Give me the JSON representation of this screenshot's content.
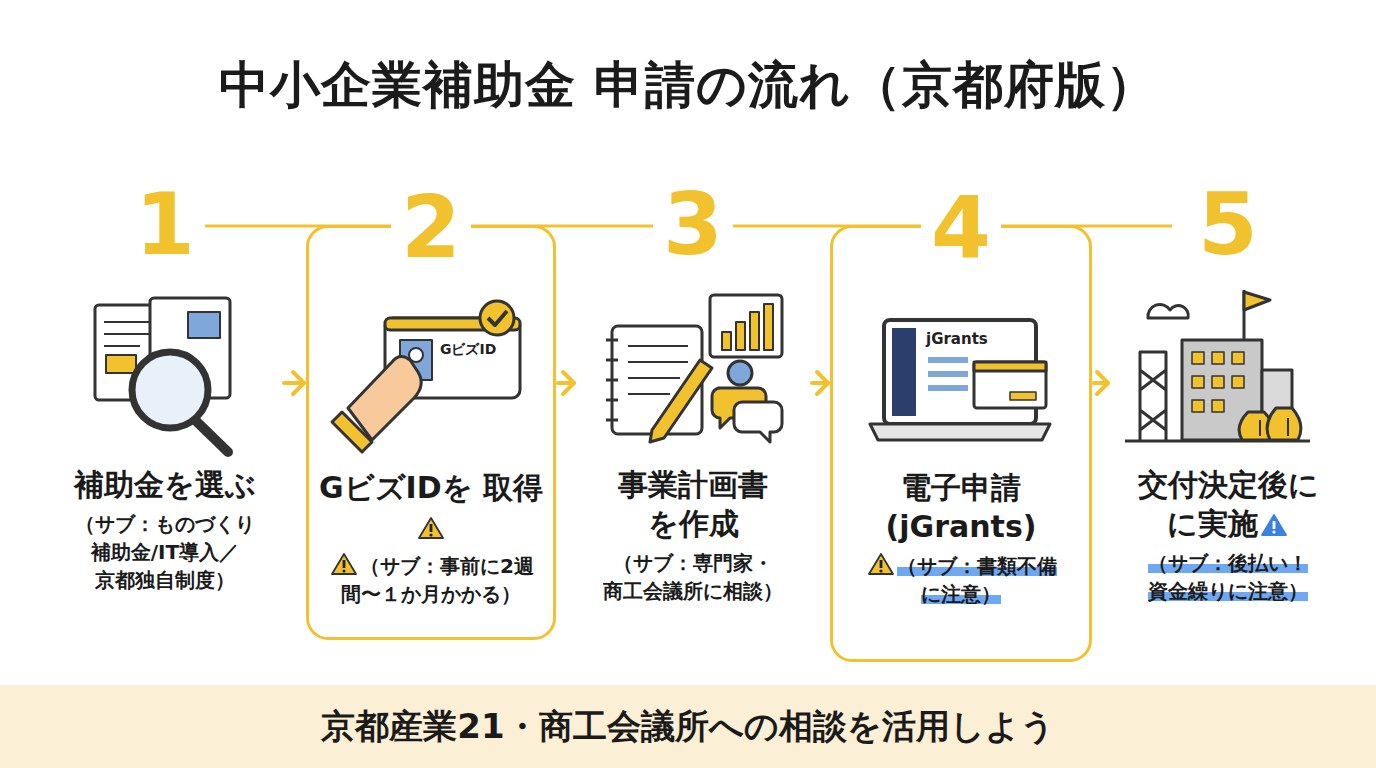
{
  "diagram": {
    "title": "中小企業補助金 申請の流れ（京都府版）",
    "nodes": [
      {
        "text": [
          "1",
          "補助金を選ぶ",
          "（サブ：ものづくり 補助金/IT導入／ 京都独自制度）"
        ]
      },
      {
        "text": [
          "2",
          "GビズIDを 取得",
          "（サブ：事前に2週 間〜１か月かかる）"
        ]
      },
      {
        "text": [
          "3",
          "事業計画書 を作成",
          "（サブ：専門家・ 商工会議所に相談）"
        ]
      },
      {
        "text": [
          "4",
          "電子申請 (jGrants)",
          "（サブ：書類不備 に注意）"
        ]
      },
      {
        "text": [
          "5",
          "交付決定後に に実施",
          "（サブ：後払い！ 資金繰りに注意）"
        ]
      },
      {
        "text": [
          "京都産業21・商工会議所への相談を活用しよう"
        ]
      }
    ],
    "edges": [
      {
        "from": 0,
        "to": 1,
        "arrow": "to"
      },
      {
        "from": 1,
        "to": 2,
        "arrow": "to"
      },
      {
        "from": 2,
        "to": 3,
        "arrow": "to"
      },
      {
        "from": 3,
        "to": 4,
        "arrow": "to"
      }
    ],
    "labels": [
      "GビズID",
      "jGrants"
    ]
  }
}
